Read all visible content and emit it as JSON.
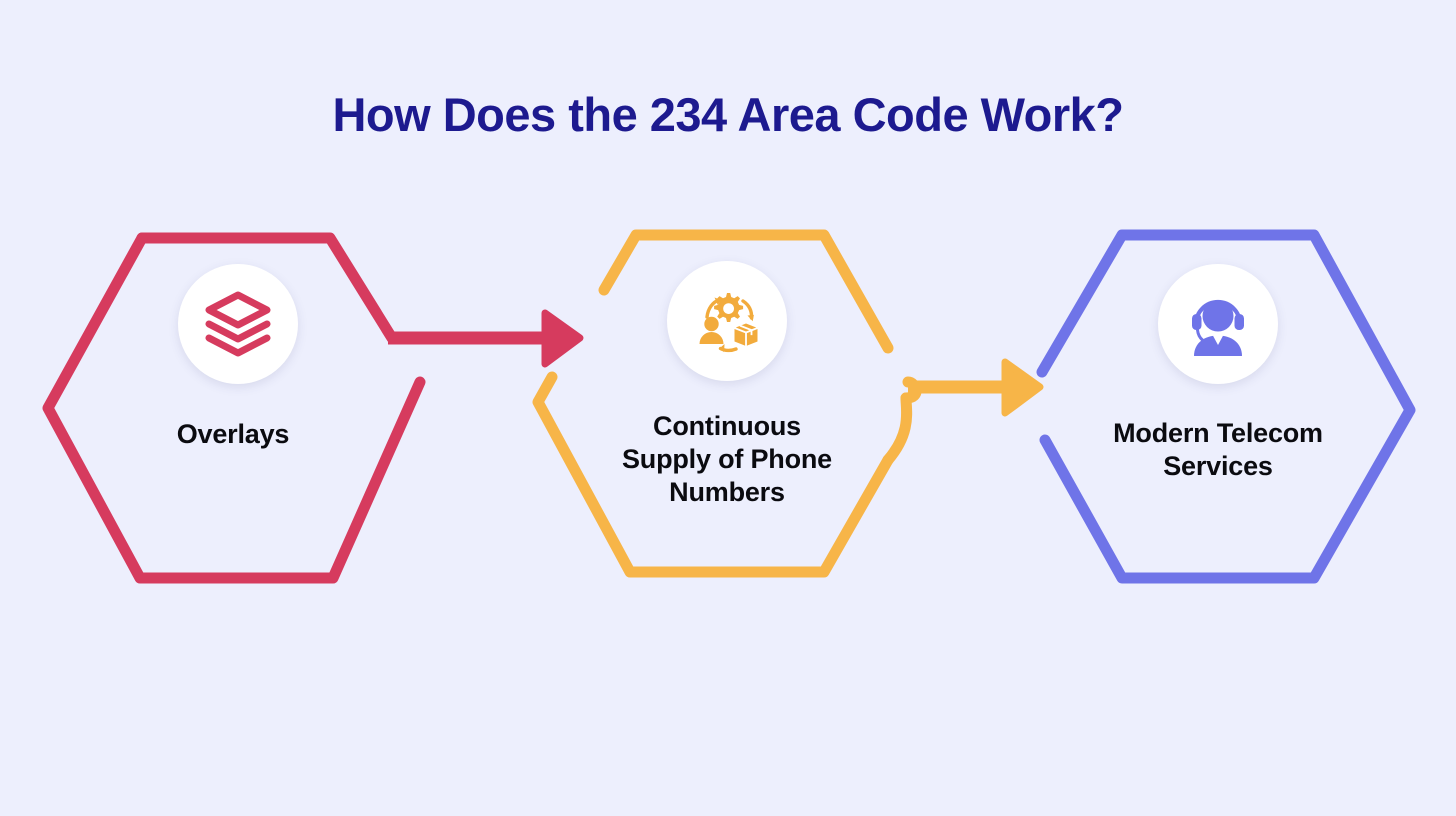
{
  "page": {
    "title": "How Does the 234 Area Code Work?",
    "background_color": "#edeffd",
    "title_color": "#1d1a8f",
    "label_color": "#0b0b10"
  },
  "chart_data": {
    "type": "diagram",
    "diagram_kind": "horizontal-process-flow",
    "title": "How Does the 234 Area Code Work?",
    "node_shape": "hexagon-outline",
    "node_count": 3,
    "connector_count": 2,
    "nodes": [
      {
        "id": "overlays",
        "order": 1,
        "label": "Overlays",
        "label_lines": [
          "Overlays"
        ],
        "icon": "layers-icon",
        "color": "#d63b5e",
        "center": [
          232,
          408
        ]
      },
      {
        "id": "continuous-supply",
        "order": 2,
        "label": "Continuous Supply of Phone Numbers",
        "label_lines": [
          "Continuous",
          "Supply of Phone",
          "Numbers"
        ],
        "icon": "supply-chain-icon",
        "color": "#f7b548",
        "center": [
          727,
          405
        ]
      },
      {
        "id": "modern-telecom",
        "order": 3,
        "label": "Modern Telecom Services",
        "label_lines": [
          "Modern Telecom",
          "Services"
        ],
        "icon": "headset-agent-icon",
        "color": "#6f74e8",
        "center": [
          1218,
          408
        ]
      }
    ],
    "connectors": [
      {
        "from": "overlays",
        "to": "continuous-supply",
        "style": "arrow",
        "color": "#d63b5e"
      },
      {
        "from": "continuous-supply",
        "to": "modern-telecom",
        "style": "arrow",
        "color": "#f7b548"
      }
    ]
  },
  "nodes": {
    "overlays": {
      "label": "Overlays",
      "icon_name": "layers-icon",
      "color": "#d63b5e"
    },
    "supply": {
      "label_line1": "Continuous",
      "label_line2": "Supply of Phone",
      "label_line3": "Numbers",
      "icon_name": "supply-chain-icon",
      "color": "#f7b548"
    },
    "telecom": {
      "label_line1": "Modern Telecom",
      "label_line2": "Services",
      "icon_name": "headset-agent-icon",
      "color": "#6f74e8"
    }
  }
}
